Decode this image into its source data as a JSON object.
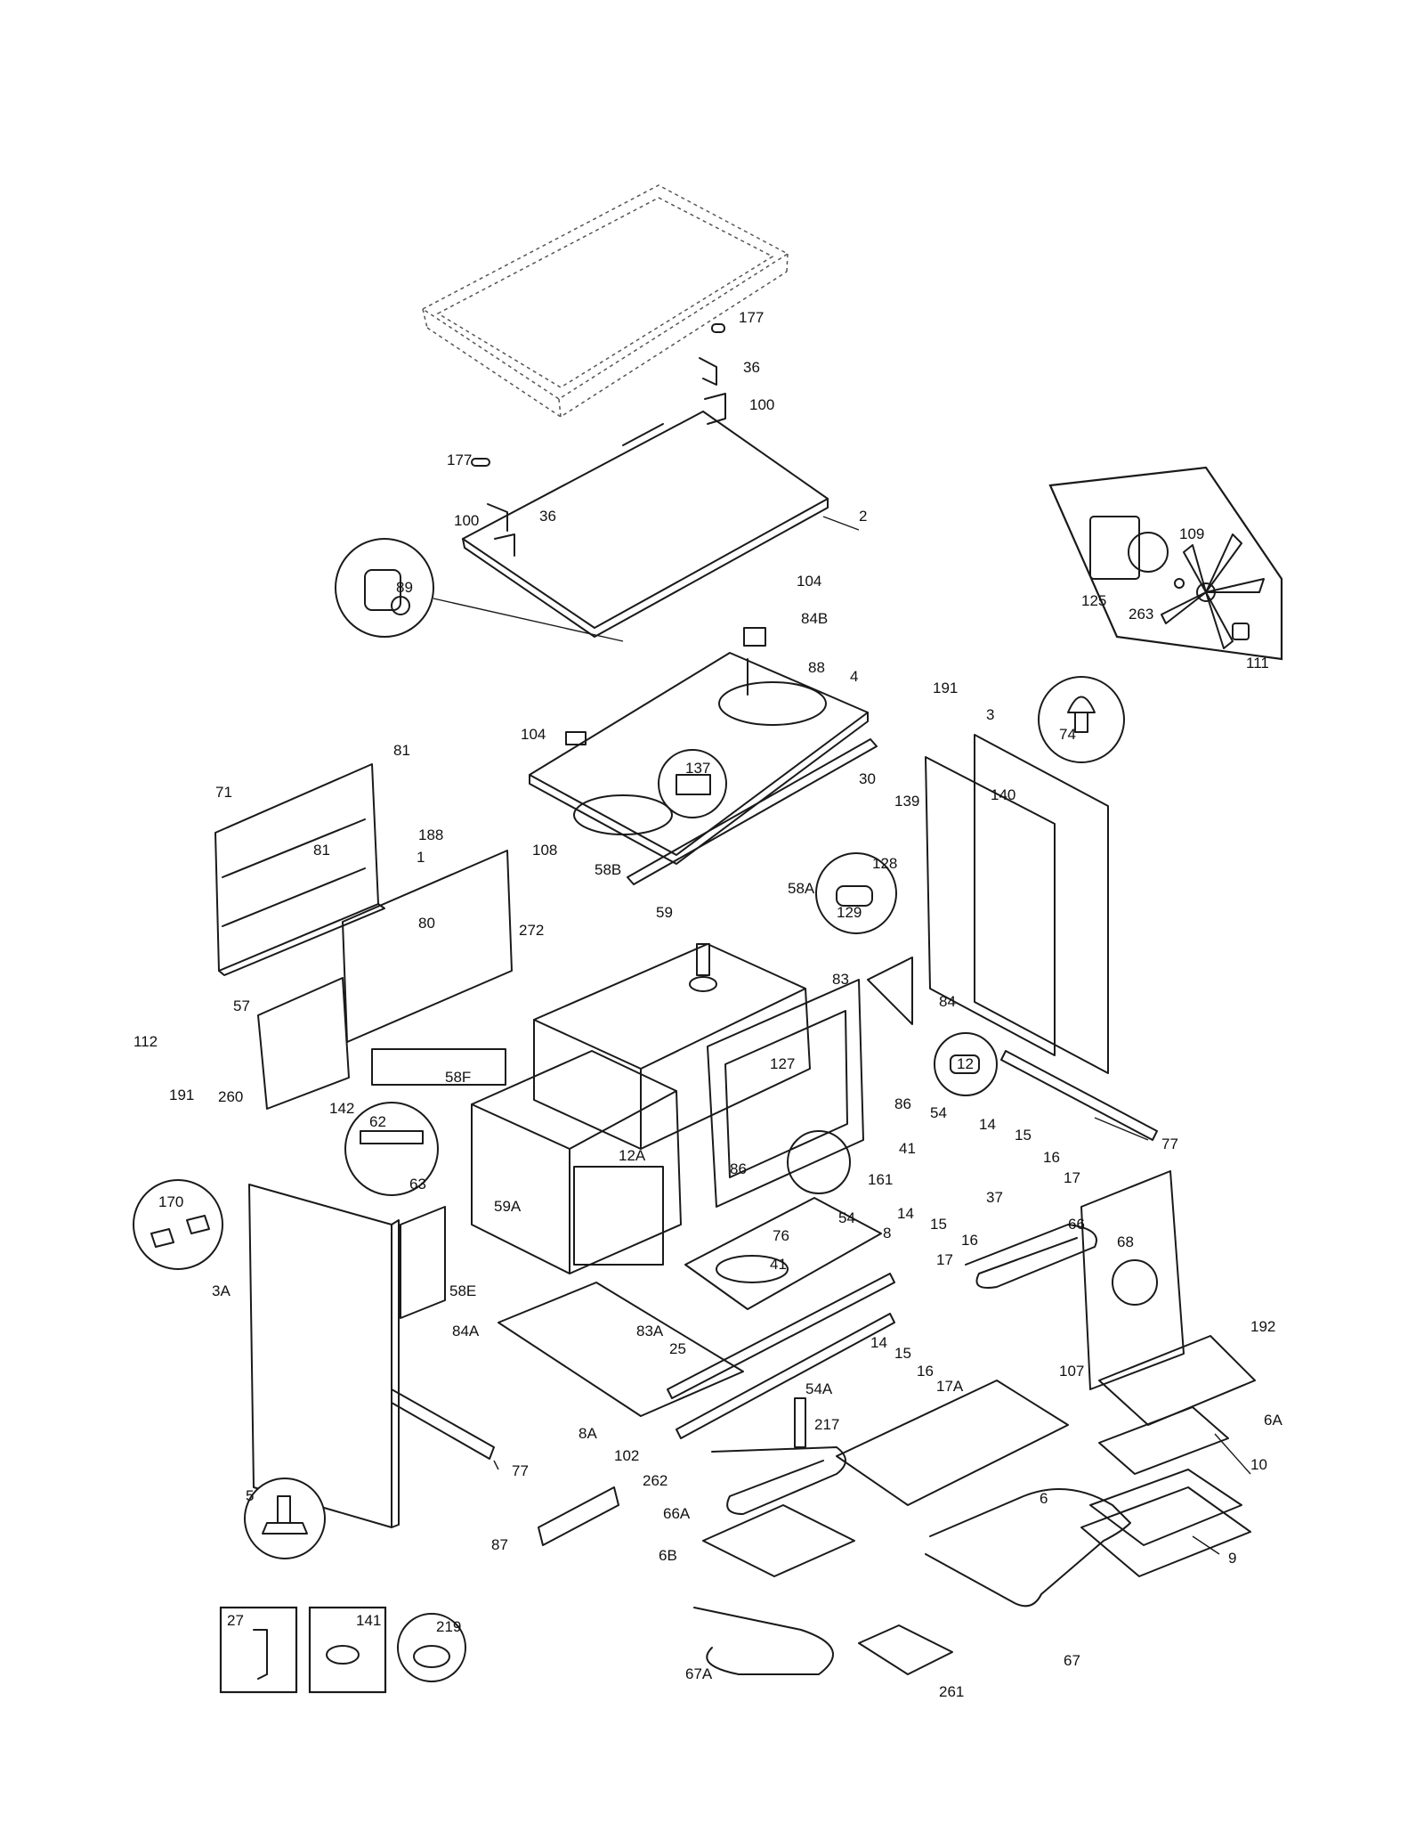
{
  "labels": {
    "l177a": "177",
    "l36a": "36",
    "l100a": "100",
    "l177b": "177",
    "l100b": "100",
    "l36b": "36",
    "l2": "2",
    "l89": "89",
    "l104a": "104",
    "l84B": "84B",
    "l88": "88",
    "l4": "4",
    "l104b": "104",
    "l137": "137",
    "l30": "30",
    "l191a": "191",
    "l139": "139",
    "l3": "3",
    "l74": "74",
    "l140": "140",
    "l125": "125",
    "l263": "263",
    "l109": "109",
    "l111": "111",
    "l71": "71",
    "l81a": "81",
    "l81b": "81",
    "l188": "188",
    "l1": "1",
    "l108": "108",
    "l58B": "58B",
    "l59": "59",
    "l58A": "58A",
    "l80": "80",
    "l272": "272",
    "l128": "128",
    "l129": "129",
    "l57": "57",
    "l84": "84",
    "l83": "83",
    "l112": "112",
    "l191b": "191",
    "l260": "260",
    "l142": "142",
    "l58F": "58F",
    "l12": "12",
    "l127": "127",
    "l86a": "86",
    "l62": "62",
    "l63": "63",
    "l54a": "54",
    "l14a": "14",
    "l15a": "15",
    "l16a": "16",
    "l17a": "17",
    "l77a": "77",
    "l41a": "41",
    "l12A": "12A",
    "l86b": "86",
    "l161": "161",
    "l37": "37",
    "l170": "170",
    "l59A": "59A",
    "l66": "66",
    "l68": "68",
    "l54b": "54",
    "l14b": "14",
    "l15b": "15",
    "l16b": "16",
    "l17b": "17",
    "l76": "76",
    "l8": "8",
    "l41b": "41",
    "l3A": "3A",
    "l58E": "58E",
    "l84A": "84A",
    "l83A": "83A",
    "l25": "25",
    "l192": "192",
    "l107": "107",
    "l14c": "14",
    "l15c": "15",
    "l16c": "16",
    "l17A": "17A",
    "l54A": "54A",
    "l6A": "6A",
    "l8A": "8A",
    "l102": "102",
    "l217": "217",
    "l262": "262",
    "l77b": "77",
    "l5": "5",
    "l66A": "66A",
    "l6": "6",
    "l10": "10",
    "l87": "87",
    "l6B": "6B",
    "l9": "9",
    "l27": "27",
    "l141": "141",
    "l219": "219",
    "l67A": "67A",
    "l261": "261",
    "l67": "67"
  }
}
